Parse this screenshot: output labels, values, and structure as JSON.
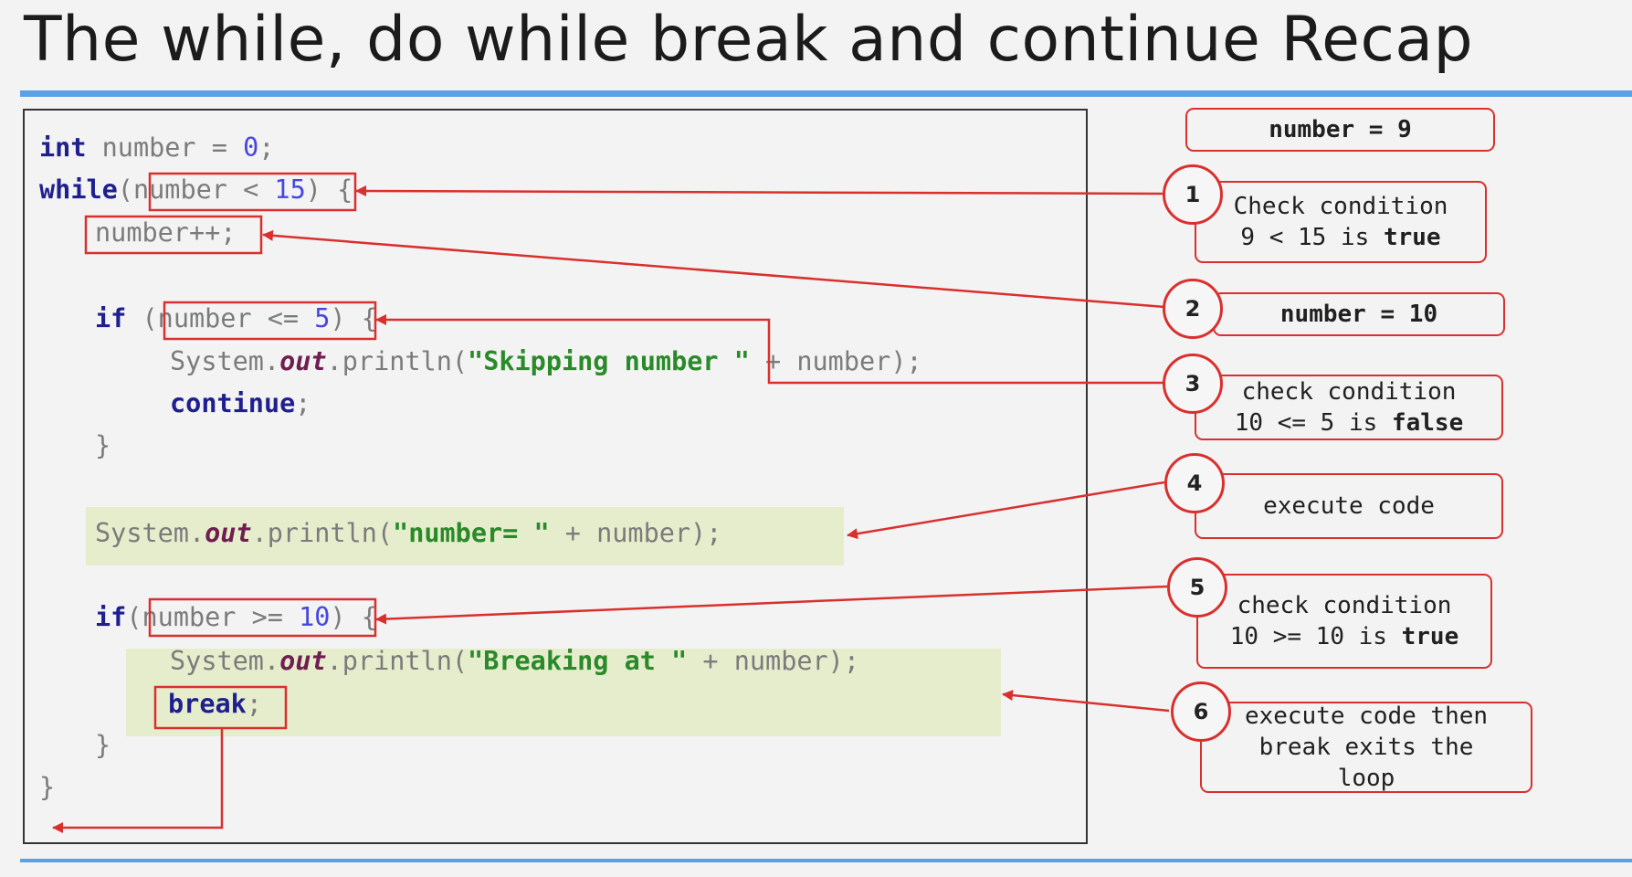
{
  "slide": {
    "title": "The while, do while break and continue Recap"
  },
  "code": {
    "line1": {
      "type": "int",
      "decl": " number = ",
      "value": "0",
      "end": ";"
    },
    "line2": {
      "keyword": "while",
      "open": "(",
      "cond": "number < ",
      "limit": "15",
      "close": ")",
      "brace": " {"
    },
    "line3": {
      "stmt": "number++;"
    },
    "line4": {
      "keyword": "if",
      "open": " (",
      "cond": "number <= ",
      "limit": "5",
      "close": ")",
      "brace": " {"
    },
    "line5": {
      "prefix": "System.",
      "field": "out",
      "call": ".println(",
      "string": "\"Skipping number \"",
      "rest": " + number);"
    },
    "line6": {
      "keyword": "continue",
      "end": ";"
    },
    "line7": {
      "brace": "}"
    },
    "line8": {
      "prefix": "System.",
      "field": "out",
      "call": ".println(",
      "string": "\"number= \"",
      "rest": " + number);"
    },
    "line9": {
      "keyword": "if",
      "open": "(",
      "cond": "number >= ",
      "limit": "10",
      "close": ")",
      "brace": " {"
    },
    "line10": {
      "prefix": "System.",
      "field": "out",
      "call": ".println(",
      "string": "\"Breaking at \"",
      "rest": " + number);"
    },
    "line11": {
      "keyword": "break",
      "end": ";"
    },
    "line12": {
      "brace": "}"
    },
    "line13": {
      "brace": "}"
    }
  },
  "steps": {
    "header": {
      "text": "number = 9"
    },
    "s1": {
      "num": "1",
      "line1": "Check condition",
      "line2a": "9 < 15 is ",
      "line2b": "true"
    },
    "s2": {
      "num": "2",
      "text": "number = 10"
    },
    "s3": {
      "num": "3",
      "line1": "check condition",
      "line2a": "10 <= 5 is ",
      "line2b": "false"
    },
    "s4": {
      "num": "4",
      "text": "execute code"
    },
    "s5": {
      "num": "5",
      "line1": "check condition",
      "line2a": "10 >= 10 is ",
      "line2b": "true"
    },
    "s6": {
      "num": "6",
      "line1": "execute code then",
      "line2": "break exits the",
      "line3": "loop"
    }
  },
  "colors": {
    "accent_rule": "#5aa2e6",
    "annotation_red": "#d9302e",
    "highlight": "#e6edcc",
    "keyword": "#1f1f8f",
    "number_literal": "#4646e0",
    "string_literal": "#2a8a2a",
    "static_field": "#6f1f4f"
  }
}
